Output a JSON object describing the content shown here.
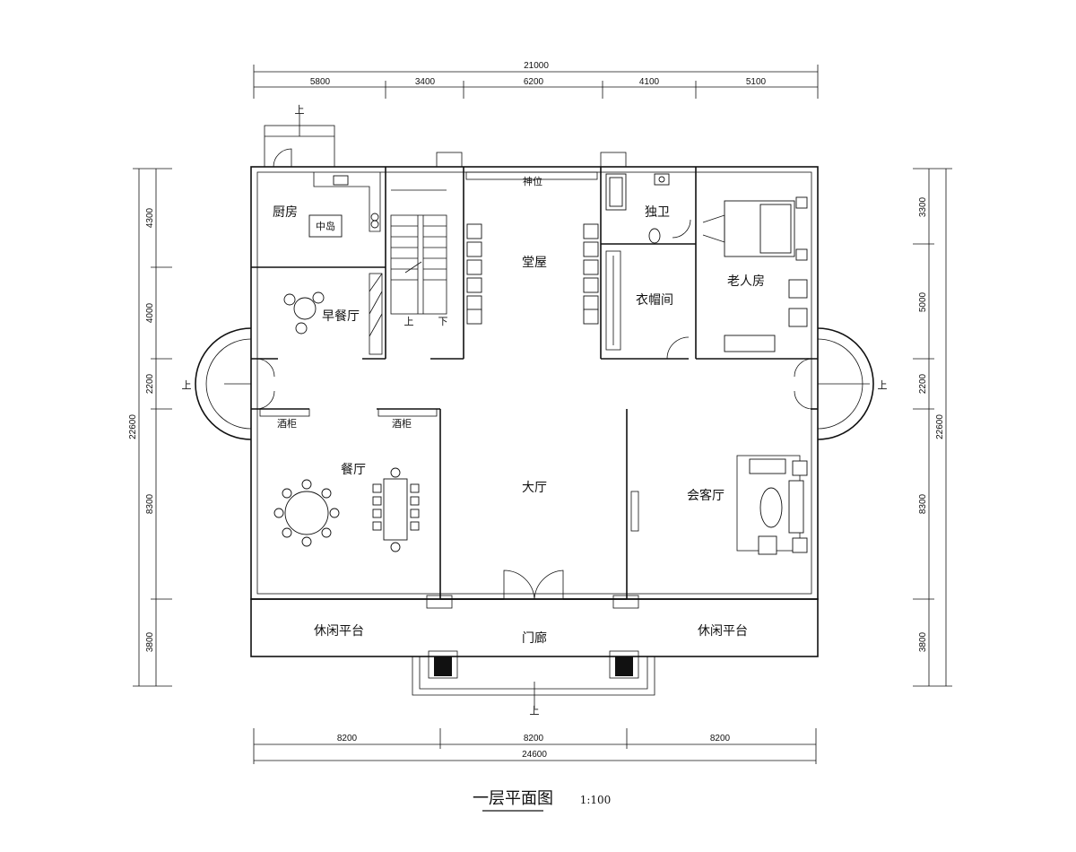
{
  "title": "一层平面图",
  "scale": "1:100",
  "dimensions": {
    "top_total": "21000",
    "top_segments": [
      "5800",
      "3400",
      "6200",
      "4100",
      "5100"
    ],
    "bottom_total": "24600",
    "bottom_segments": [
      "8200",
      "8200",
      "8200"
    ],
    "left_total": "22600",
    "left_segments": [
      "4300",
      "4000",
      "2200",
      "8300",
      "3800"
    ],
    "right_total": "22600",
    "right_segments": [
      "3300",
      "5000",
      "2200",
      "8300",
      "3800"
    ]
  },
  "rooms": {
    "kitchen": "厨房",
    "island": "中岛",
    "breakfast": "早餐厅",
    "shrine": "神位",
    "hall_upper": "堂屋",
    "bath": "独卫",
    "closet": "衣帽间",
    "elder_room": "老人房",
    "wine_cabinet_1": "酒柜",
    "wine_cabinet_2": "酒柜",
    "dining": "餐厅",
    "main_hall": "大厅",
    "living": "会客厅",
    "terrace_left": "休闲平台",
    "terrace_right": "休闲平台",
    "porch": "门廊"
  },
  "markers": {
    "up_top": "上",
    "up_left": "上",
    "up_right": "上",
    "up_bottom": "上",
    "stair_up": "上",
    "stair_down": "下"
  }
}
